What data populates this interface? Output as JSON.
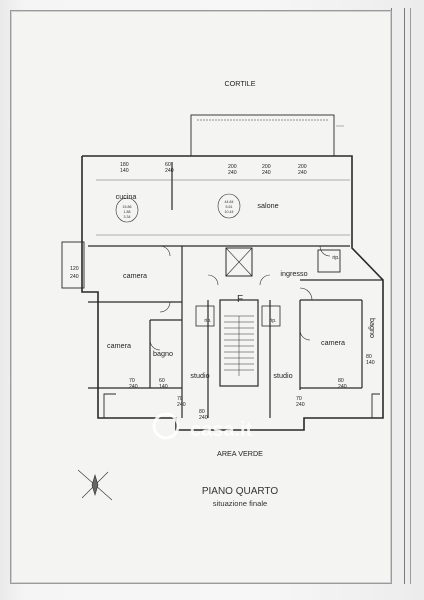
{
  "labels": {
    "cortile": "CORTILE",
    "area_verde": "AREA VERDE",
    "title": "PIANO QUARTO",
    "subtitle": "situazione finale",
    "stair_letter": "F",
    "watermark": "casa.it"
  },
  "rooms": {
    "cucina": "cucina",
    "salone": "salone",
    "camera_left_top": "camera",
    "camera_left_bottom": "camera",
    "bagno_left": "bagno",
    "studio_left": "studio",
    "ingresso": "ingresso",
    "rip_top": "rip.",
    "rip_left": "rip.",
    "rip_right": "rip.",
    "camera_right": "camera",
    "bagno_right": "bagno",
    "studio_right": "studio"
  },
  "room_areas": {
    "cucina": [
      "15.86",
      "1.88",
      "3.34"
    ],
    "salone": [
      "44.84",
      "5.61",
      "10.44"
    ]
  },
  "windows": {
    "w_top_1": [
      "180",
      "140"
    ],
    "w_top_2": [
      "60",
      "240"
    ],
    "w_top_3": [
      "200",
      "240"
    ],
    "w_top_4": [
      "200",
      "240"
    ],
    "w_top_5": [
      "200",
      "240"
    ],
    "w_left": [
      "120",
      "240"
    ],
    "w_b1": [
      "70",
      "240"
    ],
    "w_b2": [
      "60",
      "140"
    ],
    "w_b3": [
      "70",
      "240"
    ],
    "w_b4": [
      "80",
      "240"
    ],
    "w_b5": [
      "70",
      "240"
    ],
    "w_b6": [
      "80",
      "240"
    ],
    "w_r1": [
      "80",
      "140"
    ]
  },
  "colors": {
    "line": "#2a2a2a",
    "paper": "#f4f4f2",
    "watermark": "#ffffff"
  }
}
